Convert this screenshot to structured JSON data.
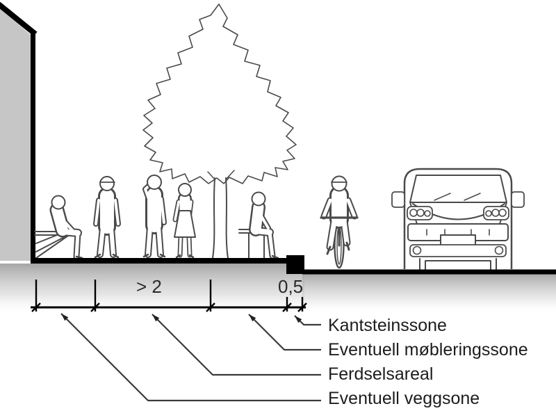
{
  "diagram_title": "Street cross-section zone diagram",
  "dimensions": {
    "ferdselsareal_min_width_m": "> 2",
    "kantsteinssone_width_m": "0,5"
  },
  "labels": {
    "kantsteinssone": "Kantsteinssone",
    "mobleringssone": "Eventuell møbleringssone",
    "ferdselsareal": "Ferdselsareal",
    "veggsone": "Eventuell veggsone"
  },
  "scene_elements": [
    "retaining-wall",
    "wall-bench",
    "person-sitting-on-wall-bench",
    "person-standing",
    "person-on-phone",
    "woman-standing",
    "street-tree",
    "bench",
    "person-sitting-on-bench",
    "sidewalk-surface",
    "curb-stone",
    "road-surface",
    "cyclist",
    "van-front-view"
  ],
  "colors": {
    "line_art": "#4a4a4a",
    "solid_ground": "#000000",
    "wall_fill": "#c6c6c6",
    "shadow_gradient_top": "#a8a8a8",
    "text": "#1d1d1d"
  }
}
